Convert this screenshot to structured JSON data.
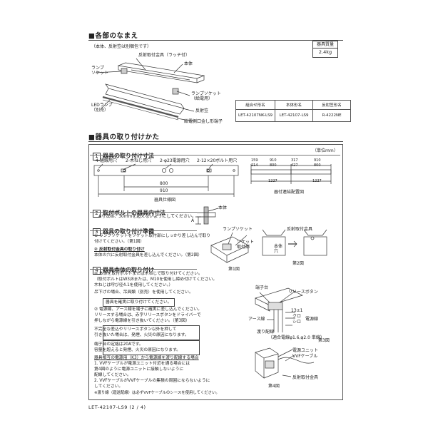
{
  "section1": {
    "title": "■各部のなまえ",
    "note": "（本体、反射笠は別梱包です）",
    "labels": {
      "reflector_fixture": "反射取付金具（ラッチ付）",
      "body": "本体",
      "lamp_socket": "ランプ\nソケット",
      "lamp_socket_2": "ランプソケット\n（給電用）",
      "led_lamp": "LEDランプ\n（別売）",
      "reflector": "反射笠",
      "fall_prevention": "給電側口金し形端子"
    },
    "mass": {
      "label": "器具質量",
      "value": "2.4kg"
    },
    "parts_table": {
      "headers": [
        "組合せ形名",
        "本体形名",
        "反射笠形名"
      ],
      "row": [
        "LET-42107NK-LS9",
        "LET-42107-LS9",
        "R-4222NE"
      ]
    }
  },
  "section2": {
    "title": "■器具の取り付けかた",
    "step1": {
      "num": "1",
      "title": "器具の取り付け寸法",
      "unit": "（単位mm）",
      "labels": [
        "4-通線用穴",
        "2-木ねじ用穴",
        "2-φ23電源用穴",
        "2-12×20ボルト用穴"
      ],
      "dims": [
        "800",
        "910"
      ],
      "bottom_label": "器具仕様図",
      "right_dims_top": [
        "159",
        "910",
        "317",
        "910"
      ],
      "right_dims_mid": [
        "214",
        "800",
        "427",
        "800"
      ],
      "right_dims_bottom": [
        "1227",
        "1227"
      ],
      "right_caption": "器付連結配置図"
    },
    "step2": {
      "num": "2",
      "title": "取付ボルトの器具内寸法",
      "text": "A寸法は、30mmを超えないようにしてください。",
      "labels": [
        "本体",
        "A"
      ]
    },
    "step3": {
      "num": "3",
      "title": "器具の取り付け準備",
      "items": [
        "①  ランプソケットをソケット取付部にしっかり差し込んで取り",
        "     付けてください。（第1図）",
        "②  反射取付金具の取り付け",
        "     本体の穴に反射取付金具を差し込んでください。（第2図）"
      ],
      "fig1_labels": [
        "ランプソケット",
        "ソケット\n取付部",
        "第1図"
      ],
      "fig2_labels": [
        "反射取付金具",
        "本体",
        "穴",
        "第2図"
      ]
    },
    "step4": {
      "num": "4",
      "title": "器具本体の取り付け",
      "lines": [
        "④  本体を取付ボルトまたは木ねじで取り付けてください。",
        "    （取付ボルトはW3/8または、M10を使用し締め付けてください。",
        "     木ねじは呼び径4.1を使用してください。）",
        "     吊下げの場合、吊具類（別売）を使用してください。",
        "     器具を確実に取り付けてください。",
        "②  電源線、アース線を端子に確実に差し込んでください。",
        "     リリースする場合は、赤字リリースボタンをドライバーで",
        "     押しながら電源線を引き抜いてください。（第3図）",
        "     不完全な差込やリリースボタン以外を押して",
        "     引き抜いた場合は、発煙、火災の原因になります。",
        "     端子台の定格は20Aです。",
        "     容量を超えると発煙、火災の原因になります。",
        "     器具相互の電源用（K3）から電源線を渡り配線する場合",
        "     1. VVFケーブルが電源ユニット付近を通る場合には",
        "        第4図のように電源ユニットに接触しないように",
        "        配線してください。",
        "     2. VVFケーブルがVVFケーブルの集積の周囲にならないように",
        "        してください。",
        "     ※渡り線（廻送配線）は必ずVVFケーブルのシースを使用してください。"
      ],
      "fig3_labels": [
        "端子台",
        "リリースボタン",
        "13±1",
        "アース線",
        "クロ",
        "シロ",
        "電源線",
        "渡り配線",
        "（適合電線φ1.6,φ2.0 単線）",
        "第3図"
      ],
      "fig4_labels": [
        "電源ユニット",
        "VVFケーブル",
        "反射取付金具",
        "第4図"
      ]
    }
  },
  "footer": {
    "page": "LET-42107-LS9 (2 / 4)"
  }
}
